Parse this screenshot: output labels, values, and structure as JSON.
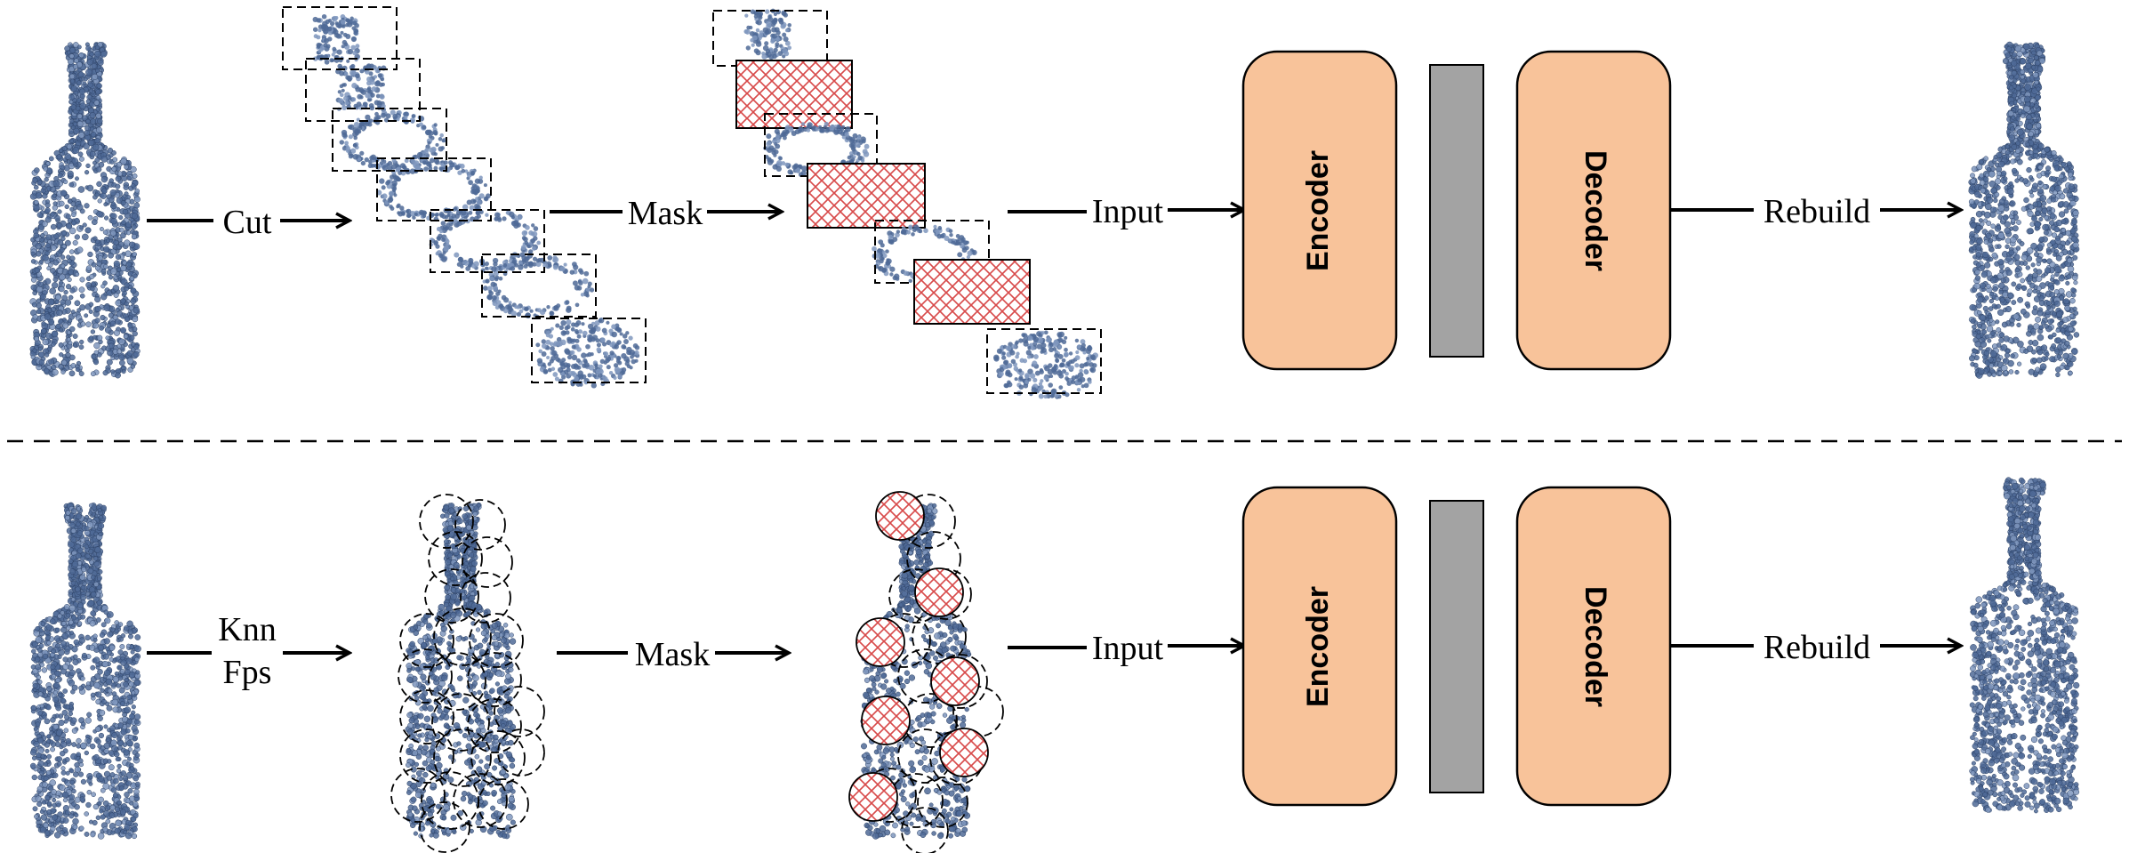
{
  "colors": {
    "point": "#4f6a96",
    "point_light": "#7f97bd",
    "encoder_fill": "#f8c39a",
    "bottleneck_fill": "#a3a3a3",
    "mask_red": "#d84a4a",
    "line": "#000000"
  },
  "top_row": {
    "cut_label": "Cut",
    "mask_label": "Mask",
    "input_label": "Input",
    "encoder_label": "Encoder",
    "decoder_label": "Decoder",
    "rebuild_label": "Rebuild"
  },
  "bottom_row": {
    "knn_label": "Knn",
    "fps_label": "Fps",
    "mask_label": "Mask",
    "input_label": "Input",
    "encoder_label": "Encoder",
    "decoder_label": "Decoder",
    "rebuild_label": "Rebuild"
  },
  "icons": {
    "point_cloud": "bottle-point-cloud-icon",
    "patch_box": "dashed-box-patch-icon",
    "patch_circle": "dashed-circle-patch-icon",
    "mask_pattern": "red-lattice-mask-pattern"
  }
}
